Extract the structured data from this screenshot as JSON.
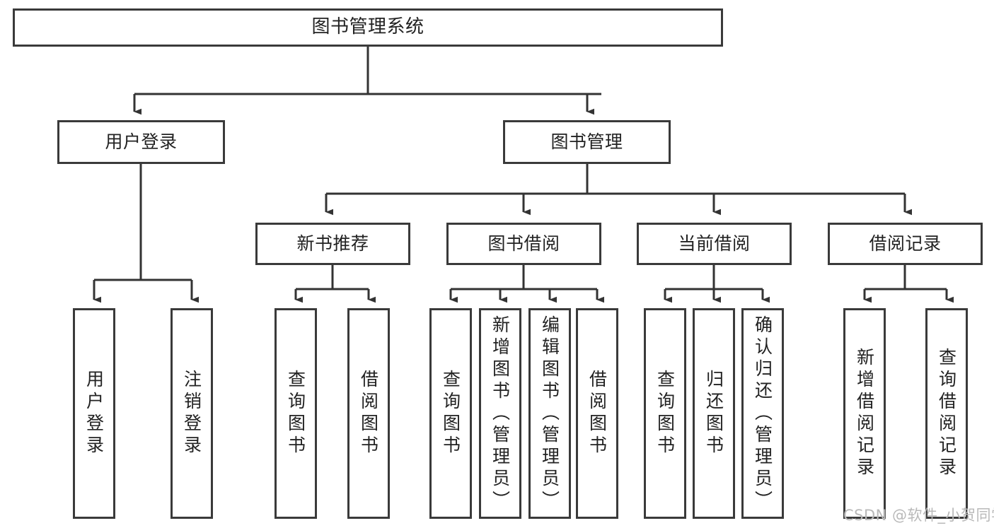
{
  "diagram": {
    "type": "hierarchy-tree",
    "title": "图书管理系统",
    "orientation": "top-down",
    "root": {
      "label": "图书管理系统",
      "id": "root"
    },
    "level2": [
      {
        "id": "user-login",
        "label": "用户登录"
      },
      {
        "id": "book-management",
        "label": "图书管理"
      }
    ],
    "level3": [
      {
        "id": "new-book-recommend",
        "label": "新书推荐",
        "parent": "book-management"
      },
      {
        "id": "book-borrow",
        "label": "图书借阅",
        "parent": "book-management"
      },
      {
        "id": "current-borrow",
        "label": "当前借阅",
        "parent": "book-management"
      },
      {
        "id": "borrow-record",
        "label": "借阅记录",
        "parent": "book-management"
      }
    ],
    "leaves": [
      {
        "id": "leaf-user-login",
        "label": "用户登录",
        "parent": "user-login"
      },
      {
        "id": "leaf-user-logout",
        "label": "注销登录",
        "parent": "user-login"
      },
      {
        "id": "leaf-query-book-1",
        "label": "查询图书",
        "parent": "new-book-recommend"
      },
      {
        "id": "leaf-borrow-book-1",
        "label": "借阅图书",
        "parent": "new-book-recommend"
      },
      {
        "id": "leaf-query-book-2",
        "label": "查询图书",
        "parent": "book-borrow"
      },
      {
        "id": "leaf-add-book",
        "label": "新增图书（管理员）",
        "parent": "book-borrow"
      },
      {
        "id": "leaf-edit-book",
        "label": "编辑图书（管理员）",
        "parent": "book-borrow"
      },
      {
        "id": "leaf-borrow-book-2",
        "label": "借阅图书",
        "parent": "book-borrow"
      },
      {
        "id": "leaf-query-book-3",
        "label": "查询图书",
        "parent": "current-borrow"
      },
      {
        "id": "leaf-return-book",
        "label": "归还图书",
        "parent": "current-borrow"
      },
      {
        "id": "leaf-confirm-return",
        "label": "确认归还（管理员）",
        "parent": "current-borrow"
      },
      {
        "id": "leaf-add-record",
        "label": "新增借阅记录",
        "parent": "borrow-record"
      },
      {
        "id": "leaf-query-record",
        "label": "查询借阅记录",
        "parent": "borrow-record"
      }
    ],
    "colors": {
      "border": "#3a3a3a",
      "background": "#ffffff",
      "text": "#222222",
      "connector": "#333333",
      "watermark": "#b9b9b9"
    }
  },
  "watermark": {
    "text": "CSDN @软件_小贺同学"
  }
}
